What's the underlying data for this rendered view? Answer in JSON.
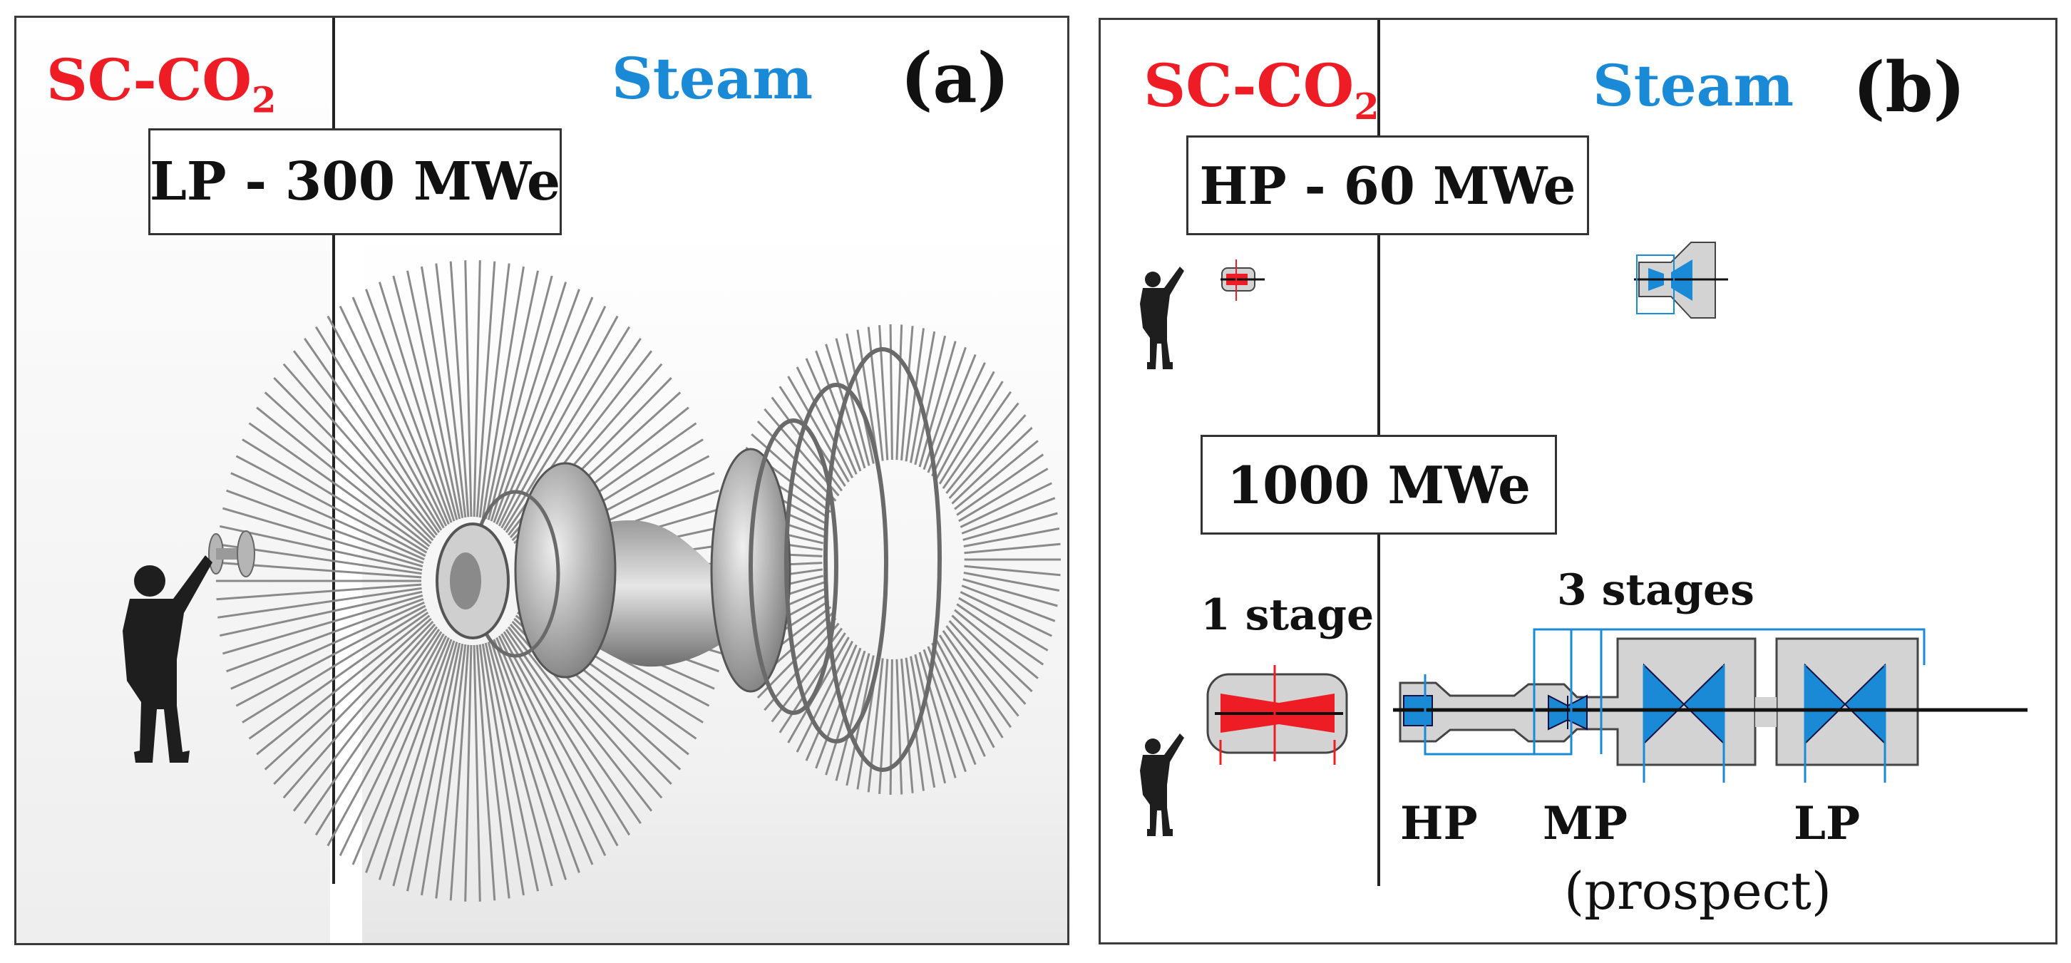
{
  "panel_a": {
    "left_header": {
      "text": "SC-CO",
      "subscript": "2",
      "color": "#ee1c25"
    },
    "right_header": {
      "text": "Steam",
      "color": "#1b8ad6"
    },
    "tag": "(a)",
    "box_label": "LP - 300 MWe"
  },
  "panel_b": {
    "left_header": {
      "text": "SC-CO",
      "subscript": "2",
      "color": "#ee1c25"
    },
    "right_header": {
      "text": "Steam",
      "color": "#1b8ad6"
    },
    "tag": "(b)",
    "box_label_top": "HP - 60 MWe",
    "box_label_bottom": "1000 MWe",
    "label_one_stage": "1 stage",
    "label_three_stages": "3 stages",
    "label_hp": "HP",
    "label_mp": "MP",
    "label_lp": "LP",
    "label_prospect": "(prospect)"
  },
  "colors": {
    "sco2_turbine": "#ee1c25",
    "steam_turbine": "#1b8ad6",
    "casing": "#d3d3d3",
    "divider": "#222222"
  },
  "icons": [
    "person-pointing-icon",
    "turbine-rotor-icon"
  ]
}
